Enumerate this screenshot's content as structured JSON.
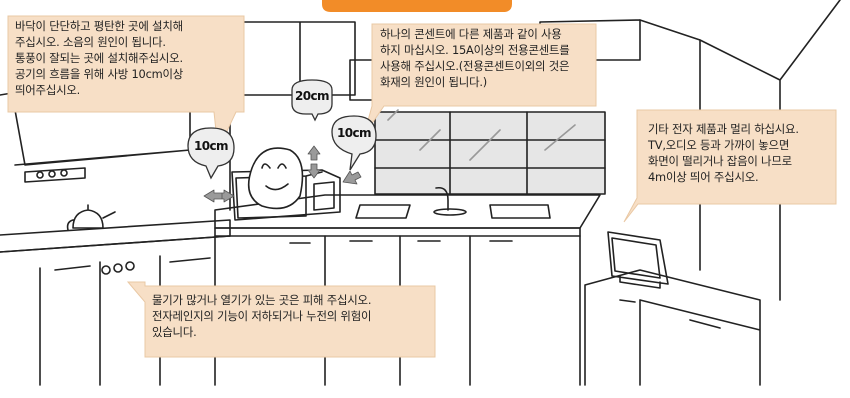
{
  "notes": {
    "floor": "바닥이 단단하고 평탄한 곳에 설치해\n주십시오. 소음의 원인이 됩니다.\n통풍이 잘되는 곳에 설치해주십시오.\n공기의 흐름을 위해 사방 10cm이상\n띄어주십시오.",
    "outlet": "하나의 콘센트에 다른 제품과 같이 사용\n하지 마십시오. 15A이상의 전용콘센트를\n사용해 주십시오.(전용콘센트이외의 것은\n화재의 원인이 됩니다.)",
    "electronics": "기타 전자 제품과 멀리 하십시요.\nTV,오디오 등과 가까이 놓으면\n화면이 떨리거나 잡음이 나므로\n4m이상 띄어 주십시오.",
    "water": "물기가 많거나 열기가 있는 곳은 피해 주십시오.\n전자레인지의 기능이 저하되거나 누전의 위험이\n있습니다."
  },
  "clearances": {
    "top": "20cm",
    "left": "10cm",
    "right": "10cm"
  },
  "colors": {
    "note_fill": "#f7dfc6",
    "note_border": "#e9c8a4",
    "badge_fill": "#eeeeee",
    "line": "#222222",
    "window": "#e6e6e6",
    "title_tab": "#f28c28"
  }
}
